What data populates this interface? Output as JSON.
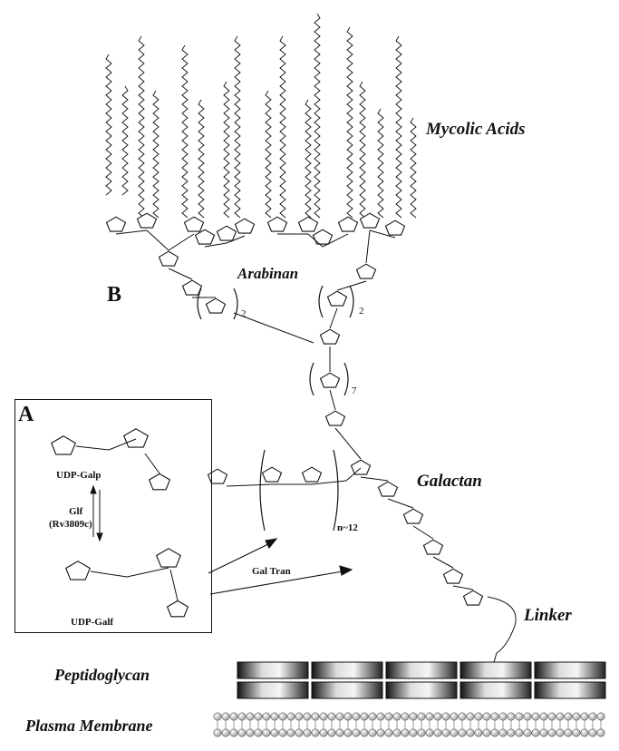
{
  "labels": {
    "mycolic_acids": "Mycolic Acids",
    "arabinan": "Arabinan",
    "galactan": "Galactan",
    "linker": "Linker",
    "peptidoglycan": "Peptidoglycan",
    "plasma_membrane": "Plasma Membrane",
    "panel_a": "A",
    "panel_b": "B",
    "repeat_arabinan_left": "2",
    "repeat_arabinan_right": "2",
    "repeat_center": "7",
    "repeat_galactan": "n~12"
  },
  "inset": {
    "udp_galp": "UDP-Galp",
    "glf": "Glf",
    "rv": "(Rv3809c)",
    "udp_galf": "UDP-Galf",
    "gal_tran": "Gal Tran"
  },
  "colors": {
    "ink": "#111111",
    "peptidoglycan_dark": "#1a1a1a",
    "peptidoglycan_light": "#f2f2f2",
    "membrane_bead": "#cfcfcf"
  }
}
